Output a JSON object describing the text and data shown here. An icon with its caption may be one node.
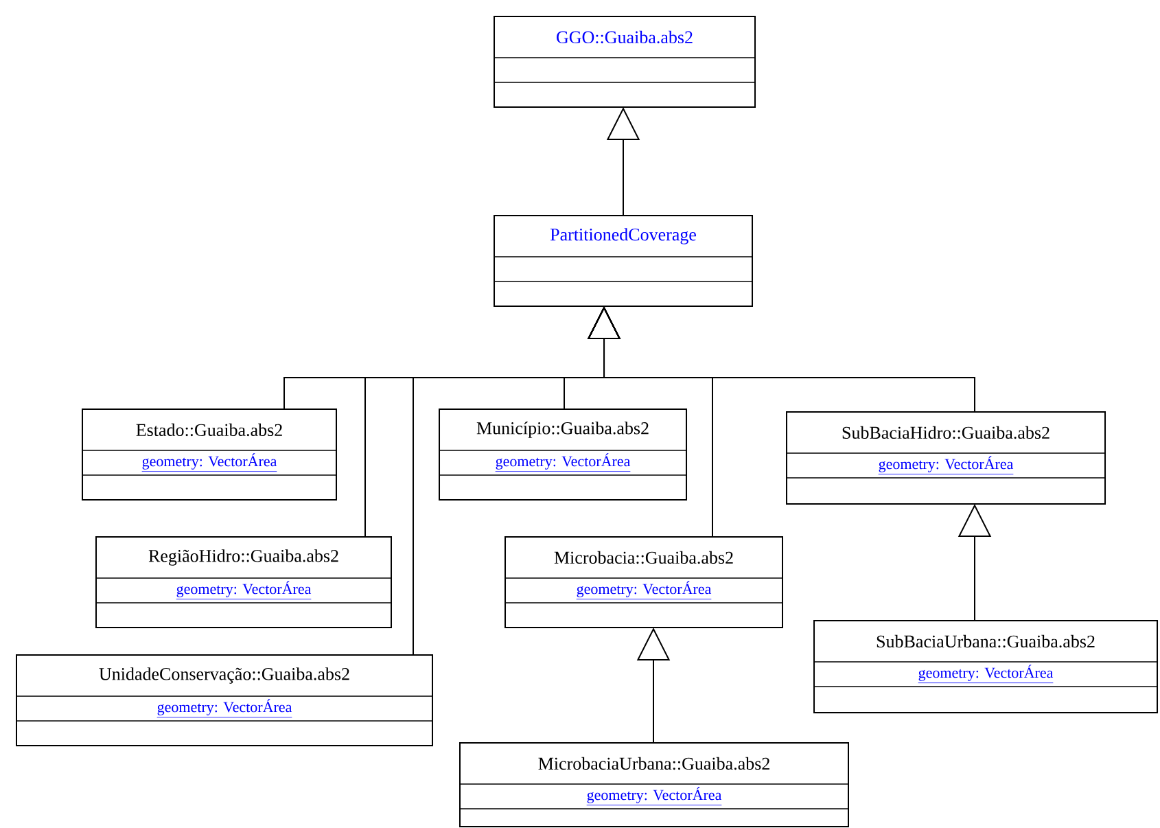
{
  "diagram": {
    "nodes": [
      {
        "text": [
          "GGO::Guaiba.abs2"
        ]
      },
      {
        "text": [
          "PartitionedCoverage"
        ]
      },
      {
        "text": [
          "Estado::Guaiba.abs2",
          "geometry: VectorÁrea"
        ]
      },
      {
        "text": [
          "Município::Guaiba.abs2",
          "geometry: VectorÁrea"
        ]
      },
      {
        "text": [
          "SubBaciaHidro::Guaiba.abs2",
          "geometry: VectorÁrea"
        ]
      },
      {
        "text": [
          "RegiãoHidro::Guaiba.abs2",
          "geometry: VectorÁrea"
        ]
      },
      {
        "text": [
          "Microbacia::Guaiba.abs2",
          "geometry: VectorÁrea"
        ]
      },
      {
        "text": [
          "UnidadeConservação::Guaiba.abs2",
          "geometry: VectorÁrea"
        ]
      },
      {
        "text": [
          "SubBaciaUrbana::Guaiba.abs2",
          "geometry: VectorÁrea"
        ]
      },
      {
        "text": [
          "MicrobaciaUrbana::Guaiba.abs2",
          "geometry: VectorÁrea"
        ]
      }
    ],
    "edges": [
      {
        "from": 1,
        "to": 0,
        "arrow": "to"
      },
      {
        "from": 2,
        "to": 1,
        "arrow": "to"
      },
      {
        "from": 5,
        "to": 1,
        "arrow": "to"
      },
      {
        "from": 7,
        "to": 1,
        "arrow": "to"
      },
      {
        "from": 3,
        "to": 1,
        "arrow": "to"
      },
      {
        "from": 6,
        "to": 1,
        "arrow": "to"
      },
      {
        "from": 4,
        "to": 1,
        "arrow": "to"
      },
      {
        "from": 9,
        "to": 6,
        "arrow": "to"
      },
      {
        "from": 8,
        "to": 4,
        "arrow": "to"
      }
    ]
  }
}
